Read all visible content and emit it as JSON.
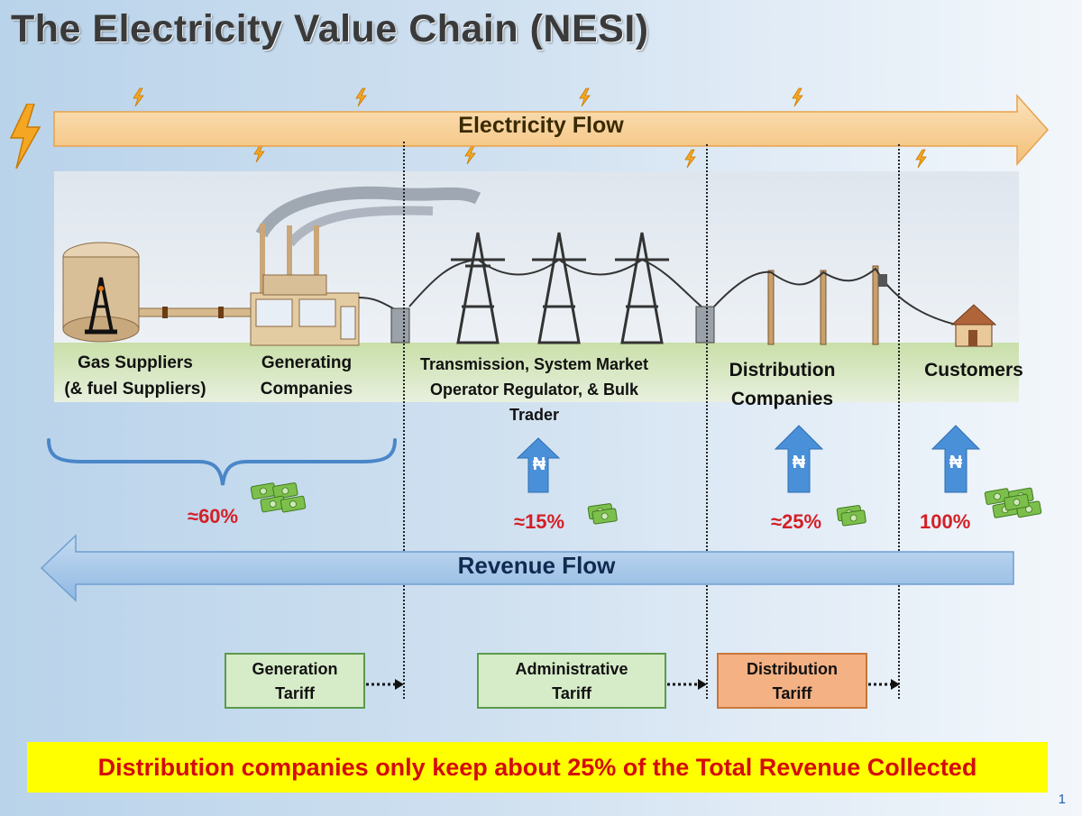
{
  "title": "The Electricity Value Chain (NESI)",
  "electricity_flow": "Electricity Flow",
  "revenue_flow": "Revenue Flow",
  "segments": [
    {
      "label_lines": [
        "Gas Suppliers",
        "(& fuel Suppliers)"
      ]
    },
    {
      "label_lines": [
        "Generating",
        "Companies"
      ]
    },
    {
      "label_lines": [
        "Transmission, System Market",
        "Operator Regulator, & Bulk",
        "Trader"
      ]
    },
    {
      "label_lines": [
        "Distribution",
        "Companies"
      ]
    },
    {
      "label_lines": [
        "Customers"
      ]
    }
  ],
  "currency_symbol": "₦",
  "shares": {
    "generation": "≈60%",
    "transmission": "≈15%",
    "distribution": "≈25%",
    "customers": "100%"
  },
  "tariffs": {
    "generation": [
      "Generation",
      "Tariff"
    ],
    "administrative": [
      "Administrative",
      "Tariff"
    ],
    "distribution": [
      "Distribution",
      "Tariff"
    ]
  },
  "banner": "Distribution companies only keep about 25% of the Total Revenue Collected",
  "page_number": "1",
  "colors": {
    "electricity_arrow": "#f6c98a",
    "revenue_arrow": "#9dc3e6",
    "up_arrow": "#4a90d9",
    "percent_text": "#d41f26",
    "banner_bg": "#ffff00",
    "banner_text": "#d40c0c",
    "tariff_green": "#d6ebc8",
    "tariff_orange": "#f4b183"
  }
}
